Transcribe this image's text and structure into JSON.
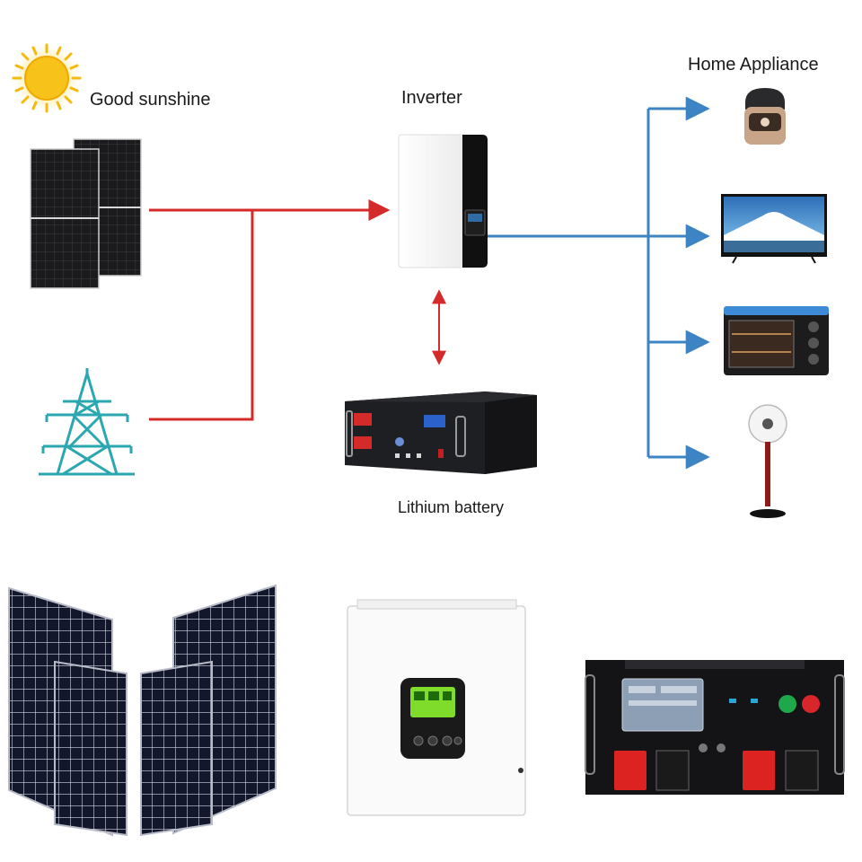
{
  "diagram": {
    "labels": {
      "sunshine": "Good sunshine",
      "inverter": "Inverter",
      "home_appliance": "Home Appliance",
      "battery": "Lithium battery"
    },
    "colors": {
      "dc_line": "#d42a2a",
      "ac_line": "#3d84c4",
      "grid_tower": "#2aa7b0",
      "sun": "#f7c21a"
    },
    "nodes": [
      "sun-icon",
      "solar-panel-icon",
      "grid-tower-icon",
      "inverter-icon",
      "lithium-battery-icon",
      "rice-cooker-icon",
      "television-icon",
      "oven-icon",
      "fan-icon"
    ],
    "connections": [
      {
        "from": "solar-panels",
        "to": "inverter",
        "type": "dc"
      },
      {
        "from": "grid-tower",
        "to": "inverter",
        "type": "dc"
      },
      {
        "from": "inverter",
        "to": "lithium-battery",
        "type": "bidirectional"
      },
      {
        "from": "inverter",
        "to": "rice-cooker",
        "type": "ac"
      },
      {
        "from": "inverter",
        "to": "television",
        "type": "ac"
      },
      {
        "from": "inverter",
        "to": "oven",
        "type": "ac"
      },
      {
        "from": "inverter",
        "to": "fan",
        "type": "ac"
      }
    ]
  },
  "products": {
    "panels": "solar-panels-photo",
    "inverter": "hybrid-inverter-photo",
    "battery": "rack-battery-photo"
  }
}
